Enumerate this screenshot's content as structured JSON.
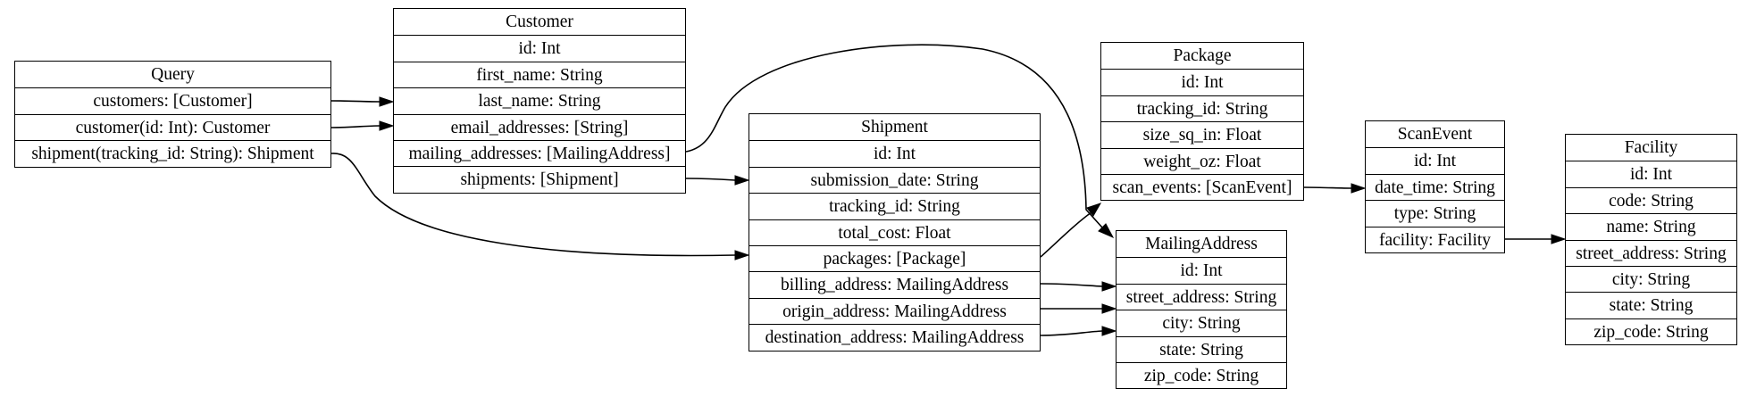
{
  "nodes": [
    {
      "id": "query",
      "title": "Query",
      "fields": [
        "customers: [Customer]",
        "customer(id: Int): Customer",
        "shipment(tracking_id: String): Shipment"
      ]
    },
    {
      "id": "customer",
      "title": "Customer",
      "fields": [
        "id: Int",
        "first_name: String",
        "last_name: String",
        "email_addresses: [String]",
        "mailing_addresses: [MailingAddress]",
        "shipments: [Shipment]"
      ]
    },
    {
      "id": "shipment",
      "title": "Shipment",
      "fields": [
        "id: Int",
        "submission_date: String",
        "tracking_id: String",
        "total_cost: Float",
        "packages: [Package]",
        "billing_address: MailingAddress",
        "origin_address: MailingAddress",
        "destination_address: MailingAddress"
      ]
    },
    {
      "id": "package",
      "title": "Package",
      "fields": [
        "id: Int",
        "tracking_id: String",
        "size_sq_in: Float",
        "weight_oz: Float",
        "scan_events: [ScanEvent]"
      ]
    },
    {
      "id": "mailingaddress",
      "title": "MailingAddress",
      "fields": [
        "id: Int",
        "street_address: String",
        "city: String",
        "state: String",
        "zip_code: String"
      ]
    },
    {
      "id": "scanevent",
      "title": "ScanEvent",
      "fields": [
        "id: Int",
        "date_time: String",
        "type: String",
        "facility: Facility"
      ]
    },
    {
      "id": "facility",
      "title": "Facility",
      "fields": [
        "id: Int",
        "code: String",
        "name: String",
        "street_address: String",
        "city: String",
        "state: String",
        "zip_code: String"
      ]
    }
  ],
  "edges": [
    {
      "from": "query.customers",
      "to": "customer"
    },
    {
      "from": "query.customer",
      "to": "customer"
    },
    {
      "from": "query.shipment",
      "to": "shipment"
    },
    {
      "from": "customer.mailing_addresses",
      "to": "mailingaddress"
    },
    {
      "from": "customer.shipments",
      "to": "shipment"
    },
    {
      "from": "shipment.packages",
      "to": "package"
    },
    {
      "from": "shipment.billing_address",
      "to": "mailingaddress"
    },
    {
      "from": "shipment.origin_address",
      "to": "mailingaddress"
    },
    {
      "from": "shipment.destination_address",
      "to": "mailingaddress"
    },
    {
      "from": "package.scan_events",
      "to": "scanevent"
    },
    {
      "from": "scanevent.facility",
      "to": "facility"
    }
  ]
}
